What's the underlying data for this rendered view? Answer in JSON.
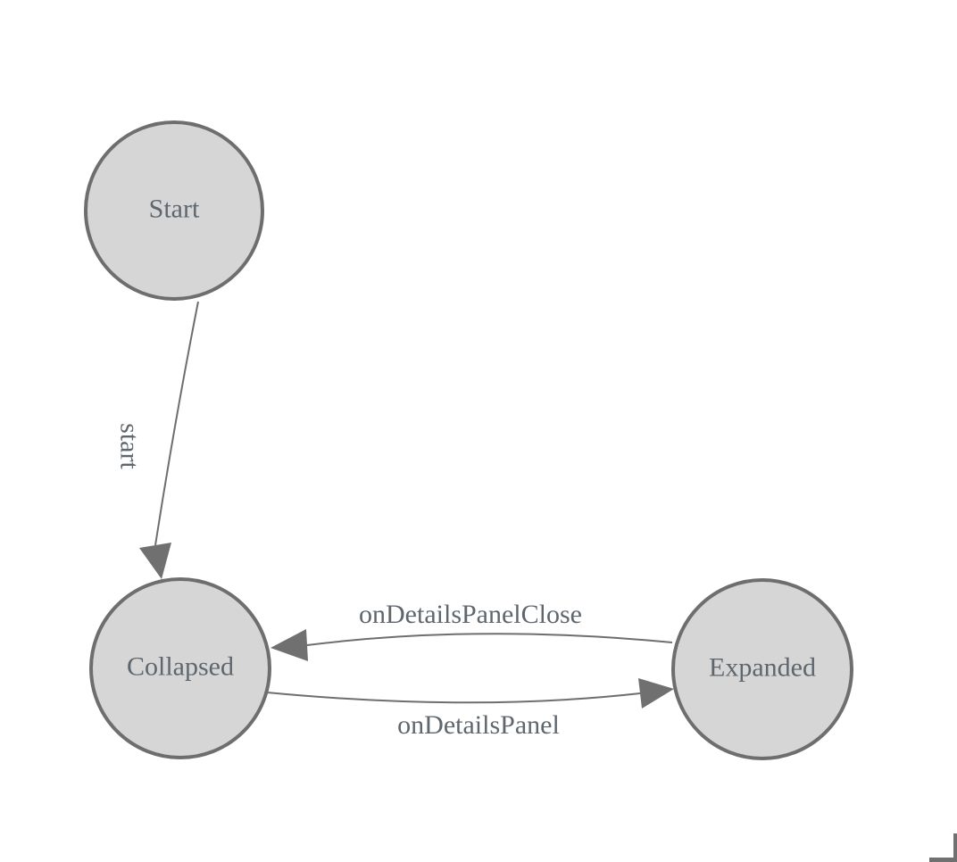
{
  "colors": {
    "canvas_bg": "#ffffff",
    "node_fill": "#d6d6d6",
    "node_stroke": "#6e6e6e",
    "edge_stroke": "#6e6e6e",
    "arrow_fill": "#707070",
    "label_color": "#5e666e",
    "corner_mark": "#707070"
  },
  "diagram": {
    "type": "state-machine",
    "nodes": [
      {
        "id": "start",
        "label": "Start"
      },
      {
        "id": "collapsed",
        "label": "Collapsed"
      },
      {
        "id": "expanded",
        "label": "Expanded"
      }
    ],
    "edges": [
      {
        "from": "Start",
        "to": "Collapsed",
        "label": "start"
      },
      {
        "from": "Expanded",
        "to": "Collapsed",
        "label": "onDetailsPanelClose"
      },
      {
        "from": "Collapsed",
        "to": "Expanded",
        "label": "onDetailsPanel"
      }
    ]
  }
}
